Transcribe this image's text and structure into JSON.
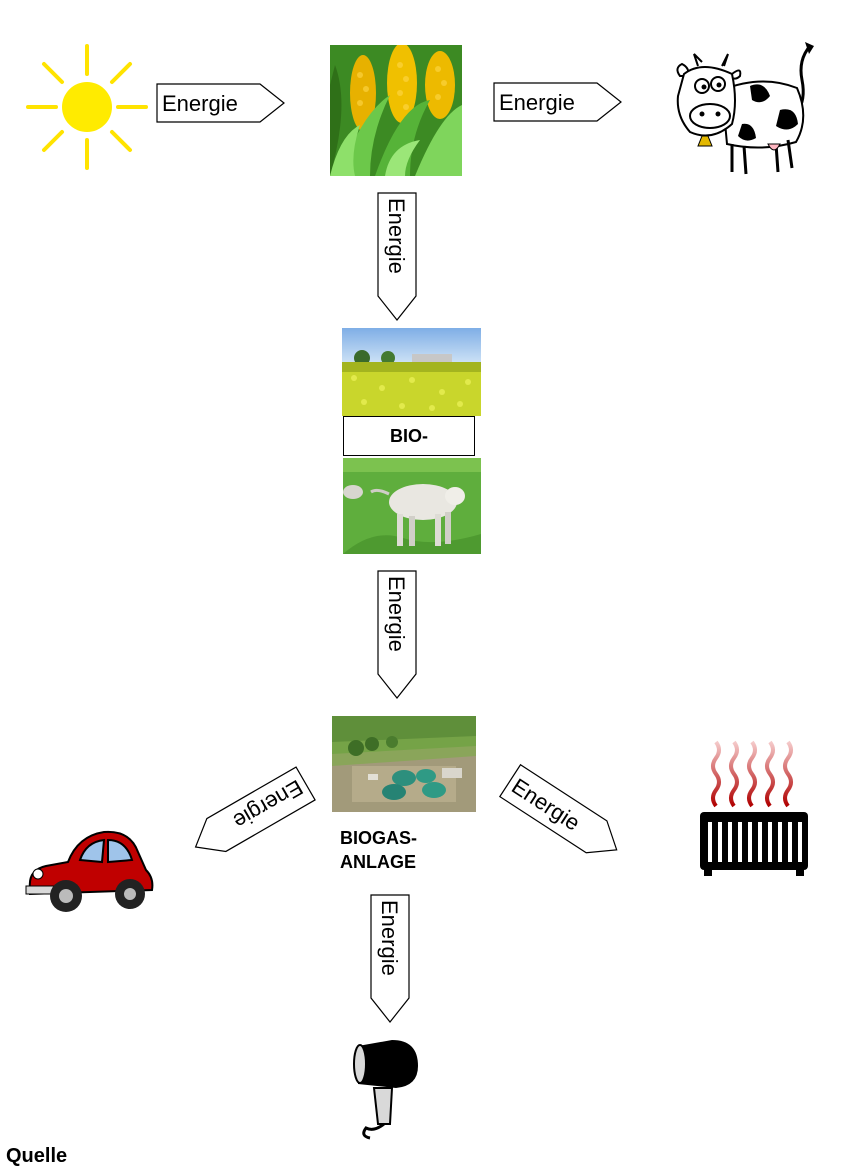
{
  "arrow_label": "Energie",
  "middle_label": "BIO-",
  "plant_label": [
    "BIOGAS-",
    "ANLAGE"
  ],
  "footer_label": "Quelle",
  "icons": {
    "sun": "sun-icon",
    "corn": "corn-photo",
    "cow": "cartoon-cow-icon",
    "rapeseed": "rapeseed-field-photo",
    "bull": "cattle-on-pasture-photo",
    "plant": "biogas-plant-aerial-photo",
    "car": "red-car-icon",
    "heater": "radiator-heat-icon",
    "dryer": "hair-dryer-icon"
  },
  "colors": {
    "sun": "#FFEB00",
    "car": "#C00000",
    "heat": "#E08080",
    "field_yellow": "#D8E23A",
    "grass": "#5DA93C"
  }
}
